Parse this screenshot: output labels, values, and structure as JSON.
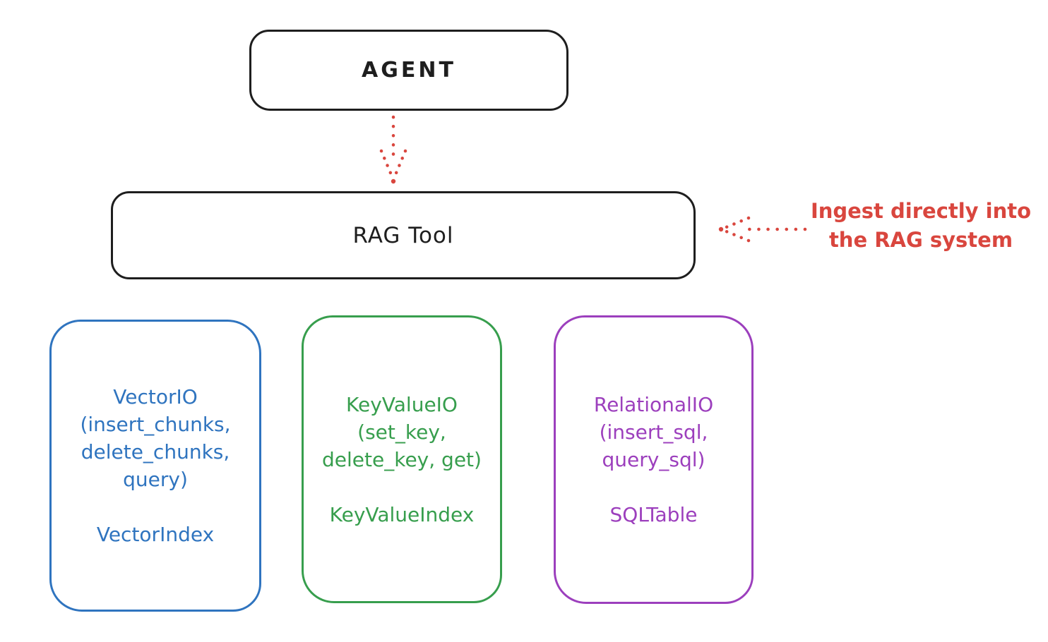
{
  "canvas": {
    "background": "#ffffff",
    "ink_color": "#1e1e1e"
  },
  "nodes": {
    "agent": {
      "label": "AGENT",
      "border_color": "#1e1e1e"
    },
    "rag_tool": {
      "label": "RAG Tool",
      "border_color": "#1e1e1e"
    },
    "vector_io": {
      "lines": [
        "VectorIO",
        "(insert_chunks,",
        "delete_chunks,",
        "query)"
      ],
      "index_label": "VectorIndex",
      "color": "#2f74bf"
    },
    "key_value_io": {
      "lines": [
        "KeyValueIO",
        "(set_key,",
        "delete_key, get)"
      ],
      "index_label": "KeyValueIndex",
      "color": "#379e4d"
    },
    "relational_io": {
      "lines": [
        "RelationalIO",
        "(insert_sql,",
        "query_sql)"
      ],
      "index_label": "SQLTable",
      "color": "#9c3fbd"
    }
  },
  "annotation": {
    "lines": [
      "Ingest directly into",
      "the RAG system"
    ],
    "color": "#d9463e"
  },
  "arrows": {
    "agent_to_rag_tool": {
      "style": "dotted",
      "color": "#d9463e",
      "direction": "down",
      "from": "AGENT",
      "to": "RAG Tool"
    },
    "ingest_into_rag": {
      "style": "dotted",
      "color": "#d9463e",
      "direction": "left",
      "from": "Ingest directly into the RAG system",
      "to": "RAG Tool"
    }
  }
}
